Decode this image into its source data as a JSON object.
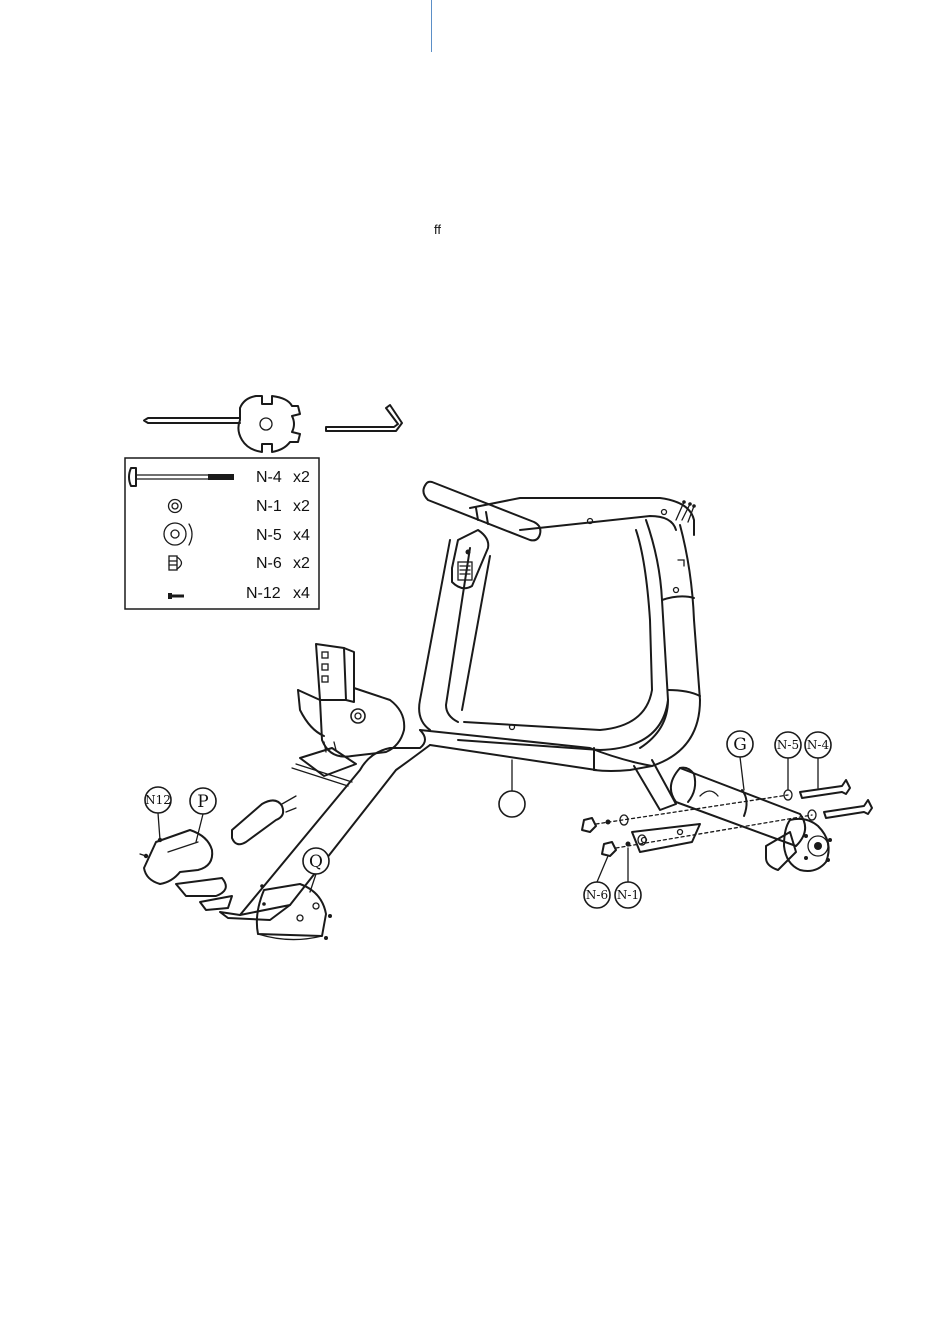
{
  "page": {
    "stray_mark": "ff"
  },
  "hardware_box": {
    "items": [
      {
        "code": "N-4",
        "qty": "x2",
        "icon": "bolt-icon"
      },
      {
        "code": "N-1",
        "qty": "x2",
        "icon": "spring-washer-icon"
      },
      {
        "code": "N-5",
        "qty": "x4",
        "icon": "flat-washer-icon"
      },
      {
        "code": "N-6",
        "qty": "x2",
        "icon": "cap-nut-icon"
      },
      {
        "code": "N-12",
        "qty": "x4",
        "icon": "screw-icon"
      }
    ]
  },
  "tools": [
    {
      "name": "multi-wrench-icon"
    },
    {
      "name": "allen-key-icon"
    }
  ],
  "callouts": {
    "n12": "N12",
    "p": "P",
    "q": "Q",
    "g": "G",
    "n5": "N-5",
    "n4": "N-4",
    "n6": "N-6",
    "n1": "N-1",
    "frame_blank": ""
  },
  "colors": {
    "top_rule": "#5b8fc7",
    "line": "#1a1a1a"
  }
}
